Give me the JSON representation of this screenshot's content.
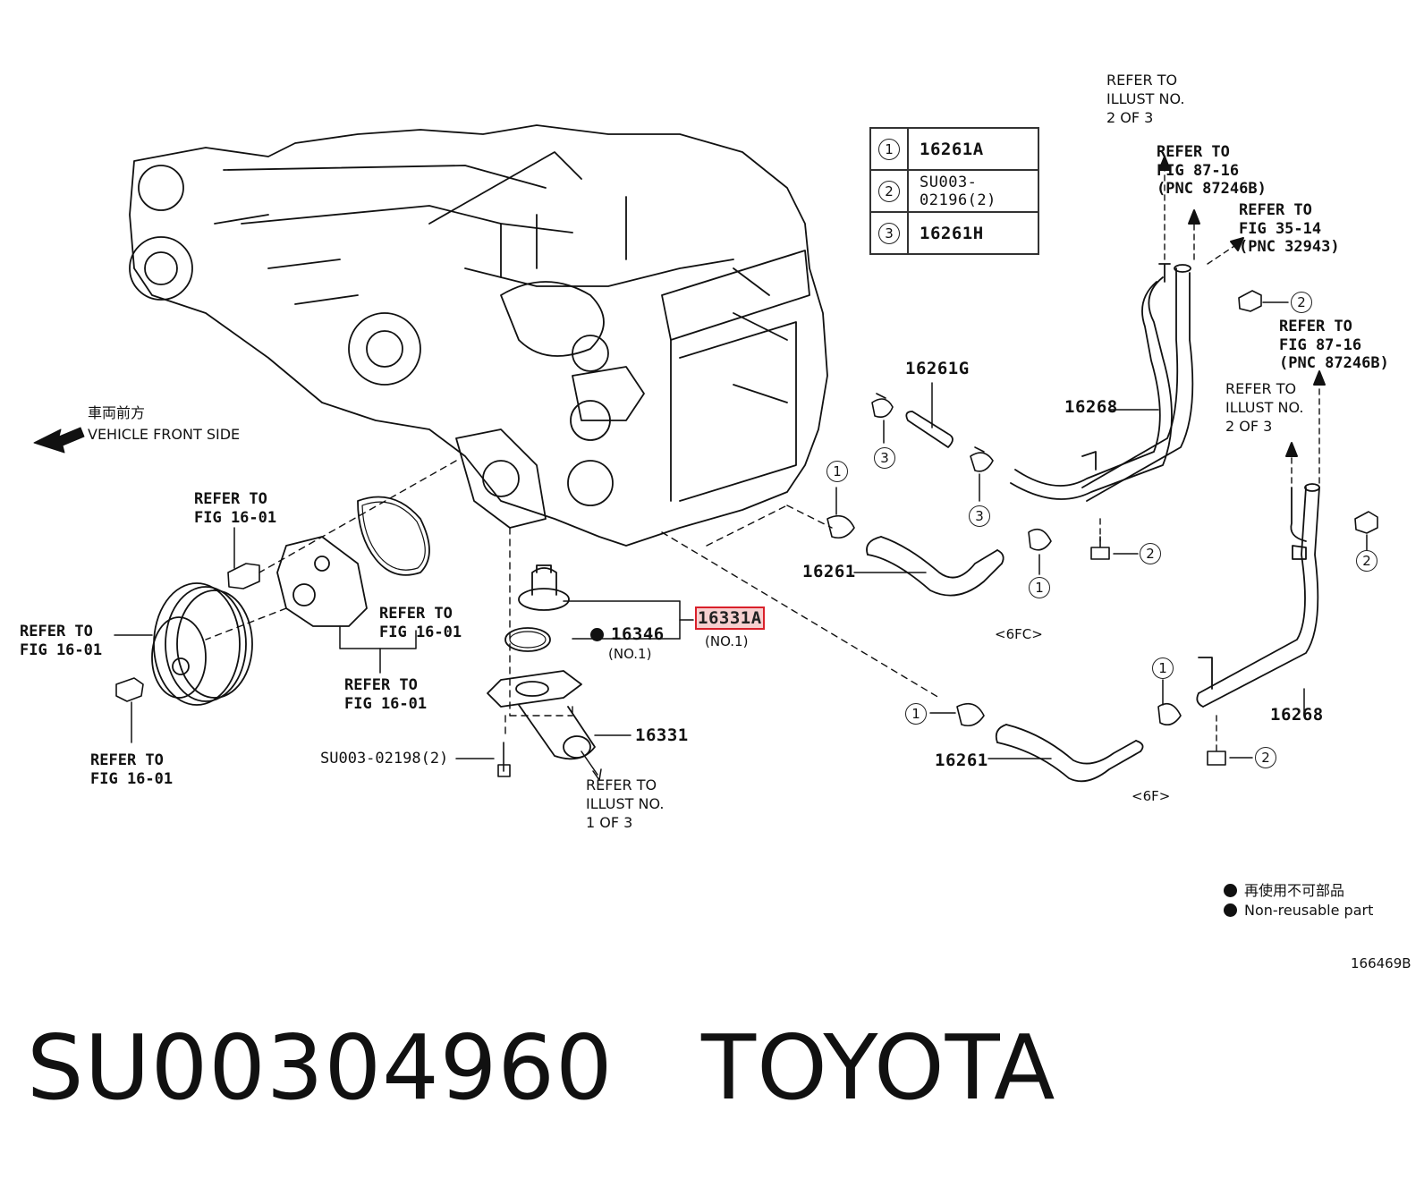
{
  "legend": [
    {
      "num": "1",
      "part": "16261A"
    },
    {
      "num": "2",
      "part": "SU003-02196(2)"
    },
    {
      "num": "3",
      "part": "16261H"
    }
  ],
  "direction": {
    "jp": "車両前方",
    "en": "VEHICLE FRONT SIDE"
  },
  "refs": {
    "illust_2of3_top": "REFER TO\nILLUST NO.\n2 OF 3",
    "fig_87_16_top": "REFER TO\nFIG 87-16\n(PNC 87246B)",
    "fig_35_14": "REFER TO\nFIG 35-14\n(PNC 32943)",
    "fig_87_16_right": "REFER TO\nFIG 87-16\n(PNC 87246B)",
    "illust_2of3_right": "REFER TO\nILLUST NO.\n2 OF 3",
    "fig_16_01_a": "REFER TO\nFIG 16-01",
    "fig_16_01_b": "REFER TO\nFIG 16-01",
    "fig_16_01_c": "REFER TO\nFIG 16-01",
    "fig_16_01_d": "REFER TO\nFIG 16-01",
    "fig_16_01_e": "REFER TO\nFIG 16-01",
    "illust_1of3": "REFER TO\nILLUST NO.\n1 OF 3"
  },
  "parts": {
    "p16261G": "16261G",
    "p16268_top": "16268",
    "p16261_upper": "16261",
    "p16261_lower": "16261",
    "p16268_lower": "16268",
    "p16346": "16346",
    "p16346_no": "(NO.1)",
    "p16331A": "16331A",
    "p16331A_no": "(NO.1)",
    "p16331": "16331",
    "su003_02198": "SU003-02198(2)"
  },
  "callouts": {
    "c1": "1",
    "c2": "2",
    "c3": "3"
  },
  "variants": {
    "v6fc": "<6FC>",
    "v6f": "<6F>"
  },
  "notes": {
    "jp": "再使用不可部品",
    "en": "Non-reusable part"
  },
  "figure_id": "166469B",
  "footer": {
    "part_number": "SU00304960",
    "brand": "TOYOTA"
  },
  "colors": {
    "highlight_border": "#d9202a",
    "highlight_fill": "#f6d0d0",
    "ink": "#111111"
  }
}
